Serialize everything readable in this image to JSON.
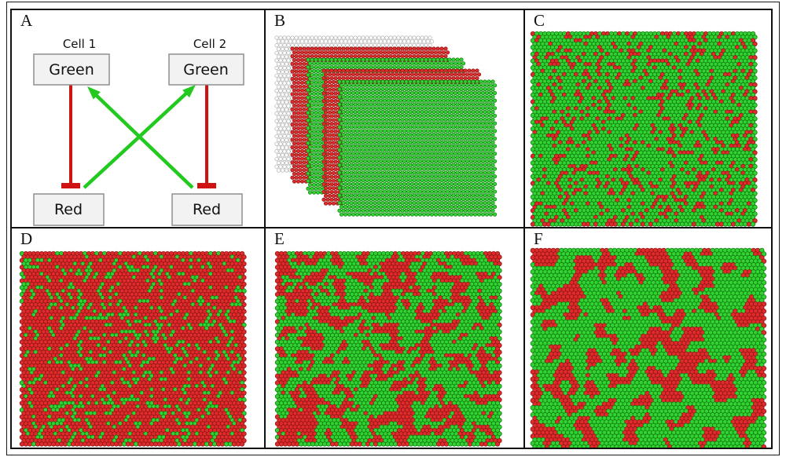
{
  "panel_labels": {
    "a": "A",
    "b": "B",
    "c": "C",
    "d": "D",
    "e": "E",
    "f": "F"
  },
  "colors": {
    "figure_border": "#111111",
    "green_dot": {
      "fill": "#33d133",
      "stroke": "#0c7a0c"
    },
    "red_dot": {
      "fill": "#df2b2b",
      "stroke": "#8f1515"
    },
    "white_dot": {
      "fill": "#ffffff",
      "stroke": "#b0b0b0"
    },
    "activation_arrow": "#22c91e",
    "inhibition_bar": "#cf1212",
    "node_box_fill": "#f2f2f2",
    "node_box_border": "#8f8f8f"
  },
  "panel_a": {
    "cell1_title": "Cell 1",
    "cell2_title": "Cell 2",
    "cell1_green_label": "Green",
    "cell2_green_label": "Green",
    "cell1_red_label": "Red",
    "cell2_red_label": "Red",
    "relations": [
      {
        "source": "cell1-green",
        "target": "cell1-red",
        "type": "inhibition"
      },
      {
        "source": "cell2-green",
        "target": "cell2-red",
        "type": "inhibition"
      },
      {
        "source": "cell1-red",
        "target": "cell2-green",
        "type": "activation"
      },
      {
        "source": "cell2-red",
        "target": "cell1-green",
        "type": "activation"
      }
    ]
  },
  "panel_b": {
    "layers_back_to_front": [
      "white",
      "red",
      "green",
      "red",
      "green"
    ],
    "cols": 40,
    "rows": 36,
    "seed": 7
  },
  "panel_c": {
    "pattern": "random",
    "majority": "green",
    "minority": "red",
    "minority_fraction": 0.22,
    "cols": 57,
    "rows": 57,
    "seed": 101
  },
  "panel_d": {
    "pattern": "random",
    "majority": "red",
    "minority": "green",
    "minority_fraction": 0.2,
    "cols": 57,
    "rows": 57,
    "seed": 202
  },
  "panel_e": {
    "pattern": "clusters",
    "majority": "green",
    "minority": "red",
    "minority_fraction": 0.43,
    "smooth_passes": 1,
    "cols": 57,
    "rows": 57,
    "seed": 303
  },
  "panel_f": {
    "pattern": "clusters",
    "majority": "green",
    "minority": "red",
    "minority_fraction": 0.34,
    "smooth_passes": 2,
    "cols": 57,
    "rows": 56,
    "seed": 404
  }
}
